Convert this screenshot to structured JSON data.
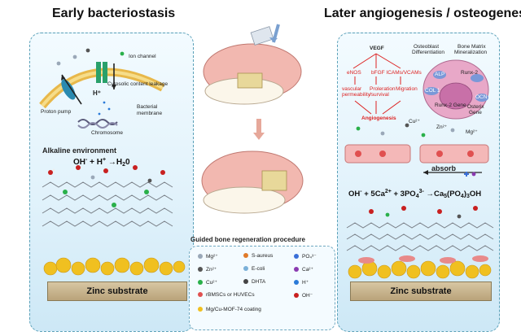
{
  "left": {
    "title": "Early bacteriostasis",
    "labels": {
      "ion_channel": "Ion channel",
      "cytosolic": "Cytosolic content leakage",
      "h_plus": "H⁺",
      "proton_pump": "Proton pump",
      "bacterial_membrane_1": "Bacterial",
      "bacterial_membrane_2": "membrane",
      "chromosome": "Chromosome"
    },
    "alkaline": "Alkaline environment",
    "substrate": "Zinc substrate"
  },
  "center": {
    "procedure": "Guided bone regeneration procedure"
  },
  "right": {
    "title": "Later angiogenesis / osteogenesis",
    "labels": {
      "vegf": "VEGF",
      "enos": "eNOS",
      "bfgf": "bFGF ICAMs/VCAMs",
      "vascular_1": "vascular",
      "vascular_2": "permeability",
      "prolif_1": "Proleration",
      "prolif_2": "/survival",
      "migration": "Migration",
      "angiogenesis": "Angiogenesis",
      "osteoblast_1": "Osteoblast",
      "osteoblast_2": "Differentiation",
      "matrix_1": "Bone Matrix",
      "matrix_2": "Mineralization",
      "alp": "ALP",
      "runx2": "Runx-2",
      "col1": "COL 1",
      "ocn": "OCN",
      "runx2_gene": "Runx-2 Gene",
      "osterix_1": "Osterix",
      "osterix_2": "Gene",
      "cu": "Cu²⁺",
      "zn": "Zn²⁺",
      "mg": "Mg²⁺",
      "absorb": "absorb"
    },
    "substrate": "Zinc substrate"
  },
  "legend": {
    "items": [
      {
        "label": "Mg²⁺",
        "color": "#9aa8b8"
      },
      {
        "label": "S-aureus",
        "color": "#e07a2a"
      },
      {
        "label": "PO₄³⁻",
        "color": "#3a6fd8"
      },
      {
        "label": "Zn²⁺",
        "color": "#555555"
      },
      {
        "label": "E-coli",
        "color": "#7ab0d8"
      },
      {
        "label": "Ca²⁺",
        "color": "#8a3ab0"
      },
      {
        "label": "Cu²⁺",
        "color": "#2ab04a"
      },
      {
        "label": "DHTA",
        "color": "#444444"
      },
      {
        "label": "H⁺",
        "color": "#2a7ad8"
      },
      {
        "label": "rBMSCs or HUVECs",
        "color": "#e05050"
      },
      {
        "label": "OH⁻",
        "color": "#c82020"
      },
      {
        "label": "Mg/Cu-MOF-74 coating",
        "color": "#f0c020"
      }
    ]
  }
}
